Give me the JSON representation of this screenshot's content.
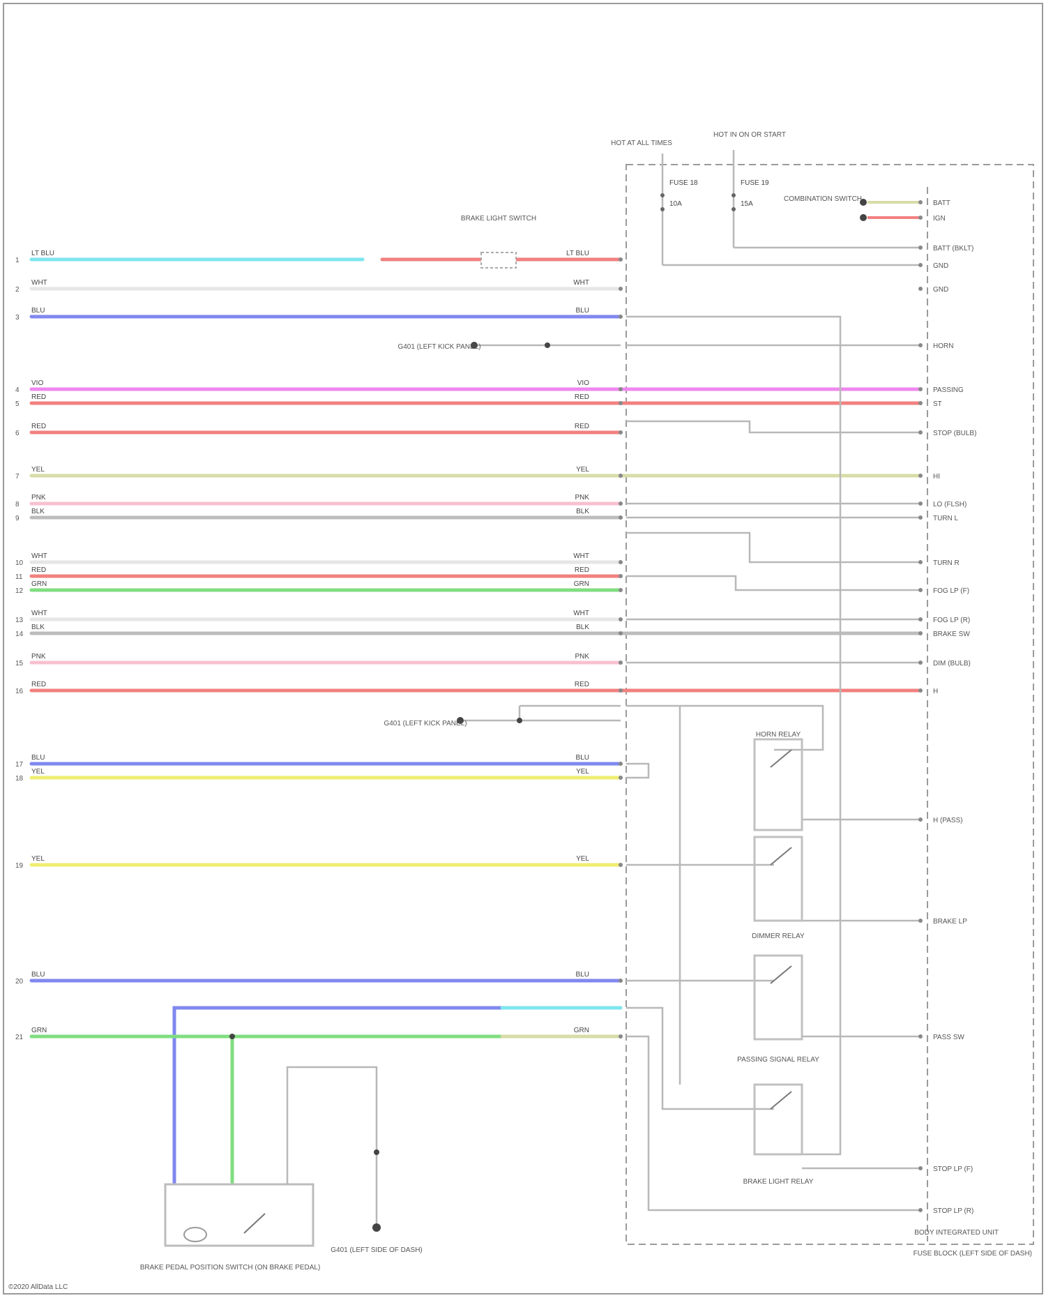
{
  "footer": {
    "source": "©2020 AllData LLC"
  },
  "colors": {
    "lt_blu": "#7ee6ee",
    "red": "#f28080",
    "blu": "#8088ee",
    "vio": "#ee88ee",
    "grn": "#80dd80",
    "yel": "#eeee70",
    "grey": "#bcbcbc",
    "pink": "#f8c0d0",
    "wht": "#e6e6e6",
    "olive": "#d8dca8"
  },
  "labels": {
    "fuse_top_left": "HOT AT ALL TIMES",
    "fuse_top_right": "HOT IN ON OR START",
    "fuse_a": "FUSE 18",
    "fuse_b": "FUSE 19",
    "fuse_a_amp": "10A",
    "fuse_b_amp": "15A",
    "component_brake": "BRAKE LIGHT SWITCH",
    "ground_mid_1": "G401 (LEFT KICK PANEL)",
    "ground_mid_2": "G401 (LEFT KICK PANEL)",
    "connector_note": "COMBINATION SWITCH",
    "relay_1": "HORN RELAY",
    "relay_2": "DIMMER RELAY",
    "relay_3": "PASSING SIGNAL RELAY",
    "relay_4": "BRAKE LIGHT RELAY",
    "bcm": "BODY INTEGRATED UNIT",
    "fuse_box": "FUSE BLOCK (LEFT SIDE OF DASH)",
    "sw_bottom_left": "BRAKE PEDAL POSITION SWITCH (ON BRAKE PEDAL)",
    "ground_bottom": "G401 (LEFT SIDE OF DASH)"
  },
  "left_rows": [
    {
      "n": "1",
      "w": "LT BLU"
    },
    {
      "n": "2",
      "w": "WHT"
    },
    {
      "n": "3",
      "w": "BLU"
    },
    {
      "n": "4",
      "w": "VIO"
    },
    {
      "n": "5",
      "w": "RED"
    },
    {
      "n": "6",
      "w": "RED"
    },
    {
      "n": "7",
      "w": "YEL"
    },
    {
      "n": "8",
      "w": "PNK"
    },
    {
      "n": "9",
      "w": "BLK"
    },
    {
      "n": "10",
      "w": "WHT"
    },
    {
      "n": "11",
      "w": "RED"
    },
    {
      "n": "12",
      "w": "GRN"
    },
    {
      "n": "13",
      "w": "WHT"
    },
    {
      "n": "14",
      "w": "BLK"
    },
    {
      "n": "15",
      "w": "PNK"
    },
    {
      "n": "16",
      "w": "RED"
    },
    {
      "n": "17",
      "w": "BLU"
    },
    {
      "n": "18",
      "w": "YEL"
    },
    {
      "n": "19",
      "w": "YEL"
    },
    {
      "n": "20",
      "w": "BLU"
    },
    {
      "n": "21",
      "w": "GRN"
    }
  ],
  "right_pins": [
    "BATT",
    "IGN",
    "BATT (BKLT)",
    "GND",
    "GND",
    "HORN",
    "PASSING",
    "ST",
    "STOP (BULB)",
    "HI",
    "LO (FLSH)",
    "TURN L",
    "TURN R",
    "FOG LP (F)",
    "FOG LP (R)",
    "BRAKE SW",
    "DIM (BULB)",
    "H",
    "H (PASS)",
    "BRAKE LP",
    "PASS SW",
    "STOP LP (F)",
    "STOP LP (R)"
  ]
}
